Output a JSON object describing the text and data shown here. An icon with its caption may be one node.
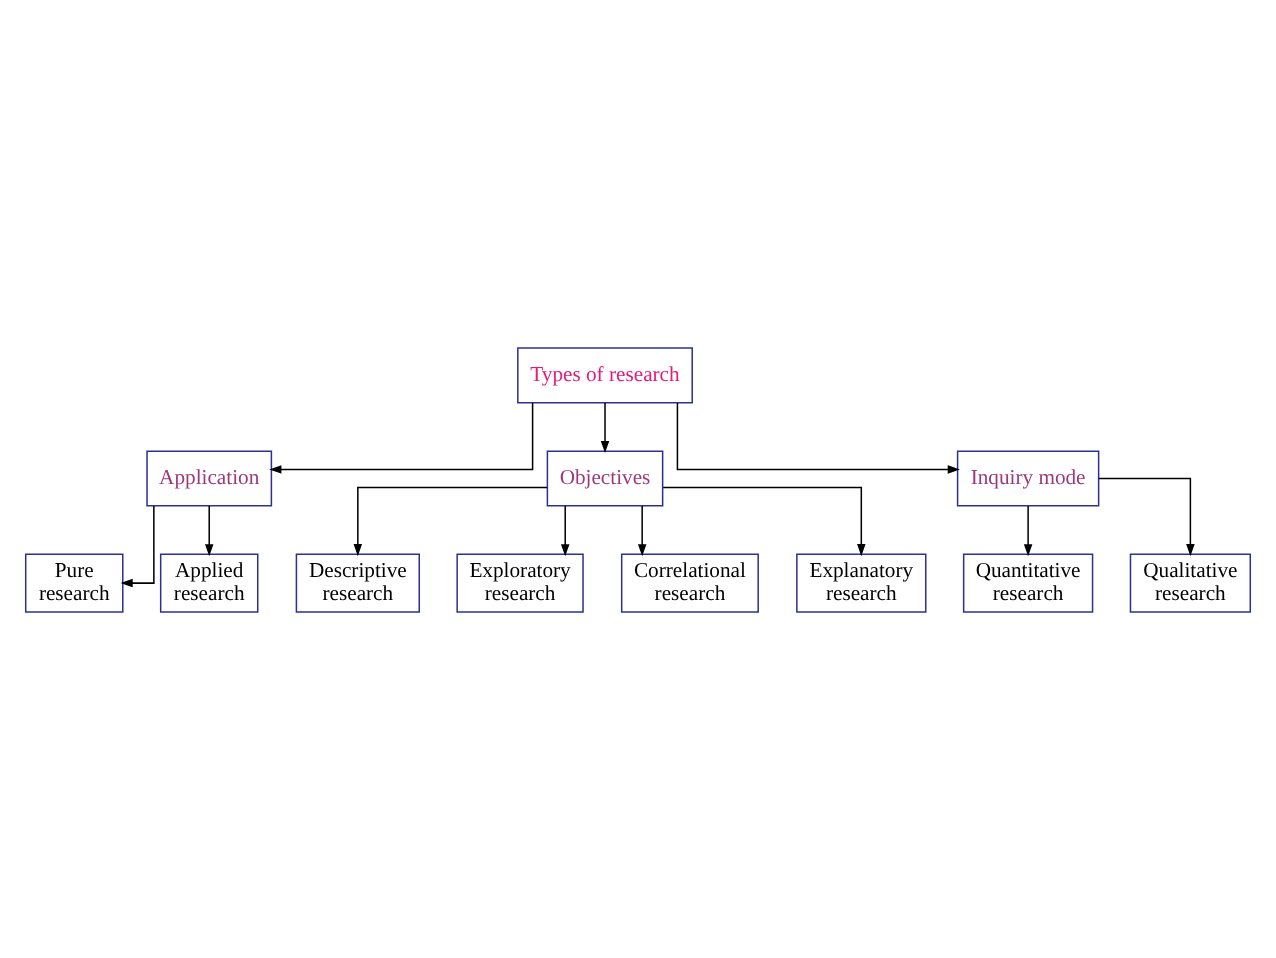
{
  "diagram": {
    "nodes": [
      {
        "text": [
          "Types of research"
        ]
      },
      {
        "text": [
          "Application"
        ]
      },
      {
        "text": [
          "Objectives"
        ]
      },
      {
        "text": [
          "Inquiry mode"
        ]
      },
      {
        "text": [
          "Pure research"
        ]
      },
      {
        "text": [
          "Applied research"
        ]
      },
      {
        "text": [
          "Descriptive research"
        ]
      },
      {
        "text": [
          "Exploratory research"
        ]
      },
      {
        "text": [
          "Correlational research"
        ]
      },
      {
        "text": [
          "Explanatory research"
        ]
      },
      {
        "text": [
          "Quantitative research"
        ]
      },
      {
        "text": [
          "Qualitative research"
        ]
      }
    ],
    "edges": [
      {
        "from": 0,
        "to": 1,
        "arrow": "to"
      },
      {
        "from": 0,
        "to": 2,
        "arrow": "to"
      },
      {
        "from": 0,
        "to": 3,
        "arrow": "to"
      },
      {
        "from": 1,
        "to": 4,
        "arrow": "to"
      },
      {
        "from": 1,
        "to": 5,
        "arrow": "to"
      },
      {
        "from": 2,
        "to": 6,
        "arrow": "to"
      },
      {
        "from": 2,
        "to": 7,
        "arrow": "to"
      },
      {
        "from": 2,
        "to": 8,
        "arrow": "to"
      },
      {
        "from": 2,
        "to": 9,
        "arrow": "to"
      },
      {
        "from": 3,
        "to": 10,
        "arrow": "to"
      },
      {
        "from": 3,
        "to": 11,
        "arrow": "to"
      }
    ]
  }
}
